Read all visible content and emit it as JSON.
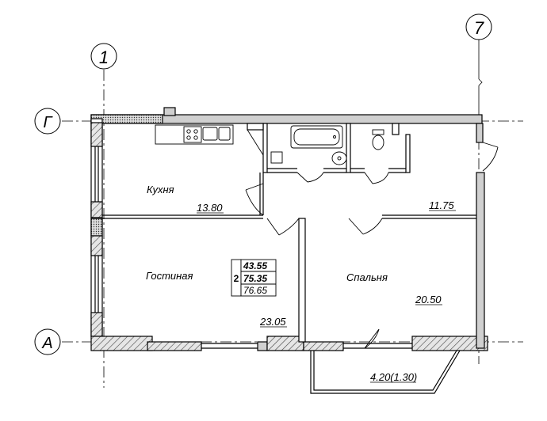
{
  "axes": {
    "axis_1": "1",
    "axis_7": "7",
    "axis_g": "Г",
    "axis_a": "А"
  },
  "rooms": {
    "kitchen": {
      "name": "Кухня",
      "area": "13.80"
    },
    "bath_area": {
      "area": "11.75"
    },
    "living": {
      "name": "Гостиная",
      "area": "23.05"
    },
    "bedroom": {
      "name": "Спальня",
      "area": "20.50"
    },
    "balcony": {
      "area": "4.20(1.30)"
    }
  },
  "summary": {
    "rooms_count": "2",
    "living_area": "43.55",
    "total_area": "75.35",
    "total_with_balcony": "76.65"
  },
  "colors": {
    "line": "#000000",
    "wall_fill": "#d0d0d0",
    "hatch": "#555555"
  }
}
